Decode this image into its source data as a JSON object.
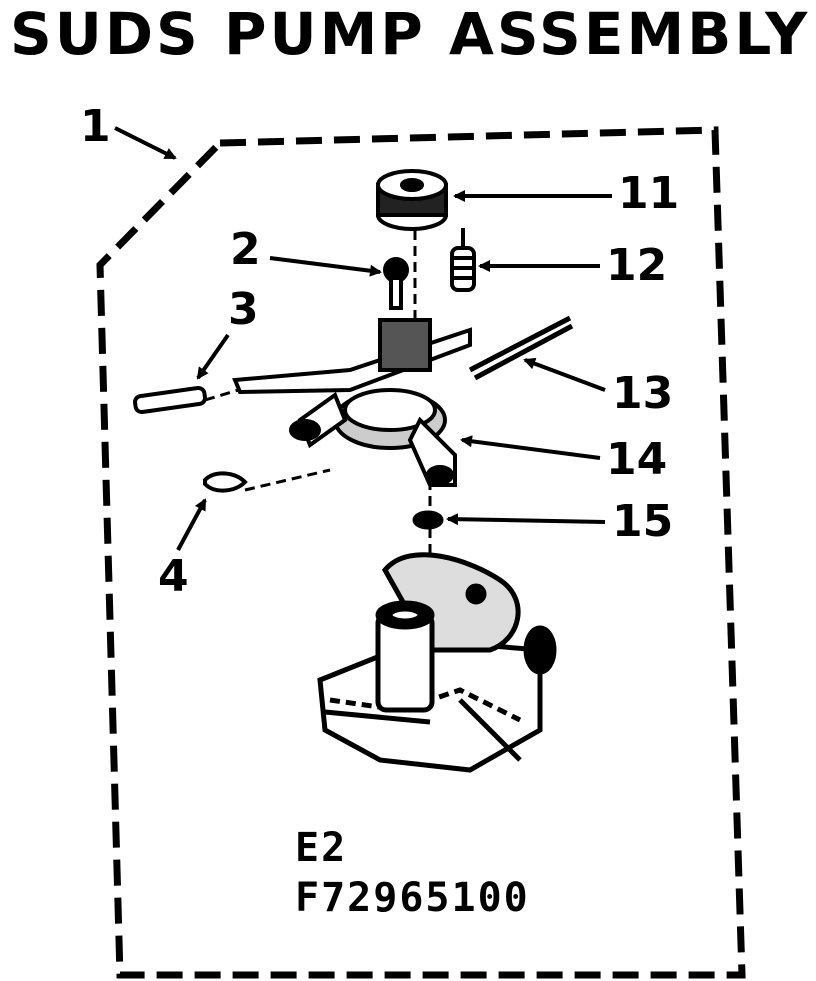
{
  "diagram": {
    "title": "SUDS PUMP ASSEMBLY",
    "callouts": {
      "c1": "1",
      "c2": "2",
      "c3": "3",
      "c4": "4",
      "c11": "11",
      "c12": "12",
      "c13": "13",
      "c14": "14",
      "c15": "15"
    },
    "codes": {
      "section": "E2",
      "figure": "F72965100"
    }
  }
}
